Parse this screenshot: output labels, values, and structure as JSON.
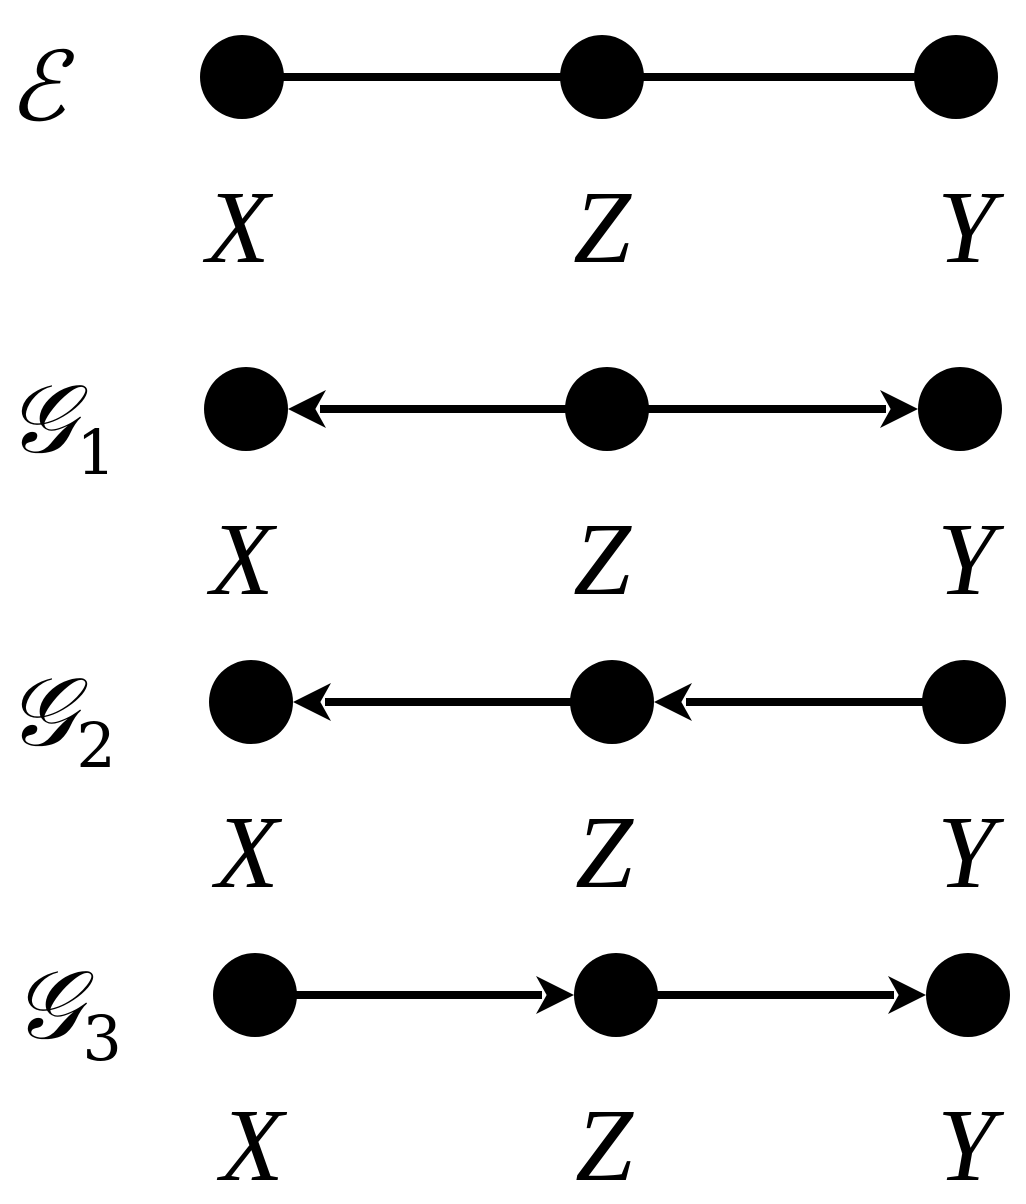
{
  "graphs": [
    {
      "id": "E",
      "name": "ℰ",
      "subscript": "",
      "nodes": [
        "X",
        "Z",
        "Y"
      ],
      "edges": [
        {
          "from": "X",
          "to": "Z",
          "type": "undirected"
        },
        {
          "from": "Z",
          "to": "Y",
          "type": "undirected"
        }
      ]
    },
    {
      "id": "G1",
      "name": "𝒢",
      "subscript": "1",
      "nodes": [
        "X",
        "Z",
        "Y"
      ],
      "edges": [
        {
          "from": "Z",
          "to": "X",
          "type": "directed"
        },
        {
          "from": "Z",
          "to": "Y",
          "type": "directed"
        }
      ]
    },
    {
      "id": "G2",
      "name": "𝒢",
      "subscript": "2",
      "nodes": [
        "X",
        "Z",
        "Y"
      ],
      "edges": [
        {
          "from": "Z",
          "to": "X",
          "type": "directed"
        },
        {
          "from": "Y",
          "to": "Z",
          "type": "directed"
        }
      ]
    },
    {
      "id": "G3",
      "name": "𝒢",
      "subscript": "3",
      "nodes": [
        "X",
        "Z",
        "Y"
      ],
      "edges": [
        {
          "from": "X",
          "to": "Z",
          "type": "directed"
        },
        {
          "from": "Z",
          "to": "Y",
          "type": "directed"
        }
      ]
    }
  ]
}
